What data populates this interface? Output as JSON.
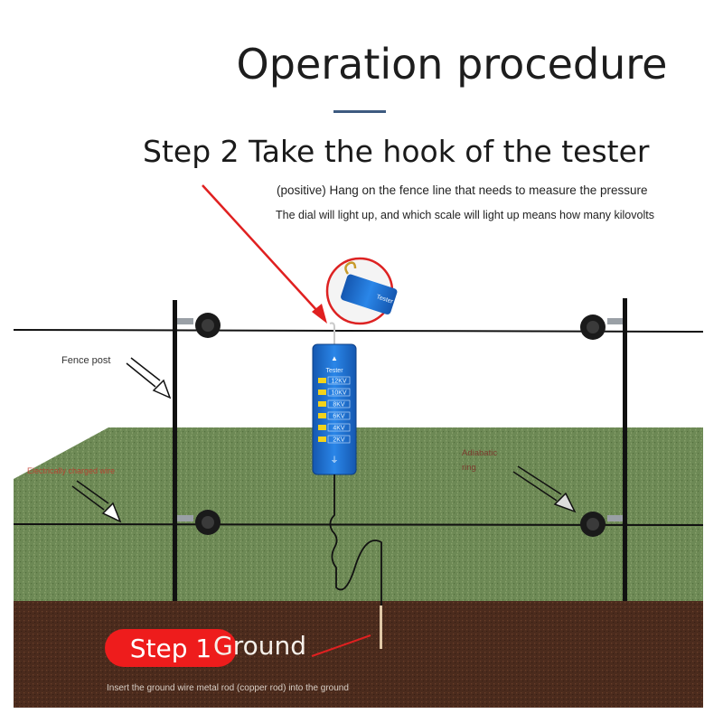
{
  "title": "Operation procedure",
  "step2": {
    "heading": "Step 2 Take the hook of the tester",
    "line1": "(positive) Hang on the fence line that needs to measure the pressure",
    "line2": "The dial will light up, and which scale will light up means how many kilovolts"
  },
  "labels": {
    "fence_post": "Fence post",
    "charged_wire": "Electrically charged wire",
    "adiabatic": "Adiabatic ring"
  },
  "tester": {
    "name": "Tester",
    "scale": [
      "12KV",
      "10KV",
      "8KV",
      "6KV",
      "4KV",
      "2KV"
    ],
    "inset_label": "Tester"
  },
  "step1": {
    "step": "Step 1",
    "ground": "Ground",
    "note": "Insert the ground wire metal rod (copper rod) into the ground"
  },
  "colors": {
    "tester_blue": "#1b6fd0",
    "arrow_red": "#e02020",
    "grass": "#6f8a55",
    "soil": "#4a2a1c",
    "step1_badge": "#ee1c1c",
    "divider": "#3d5a80"
  }
}
